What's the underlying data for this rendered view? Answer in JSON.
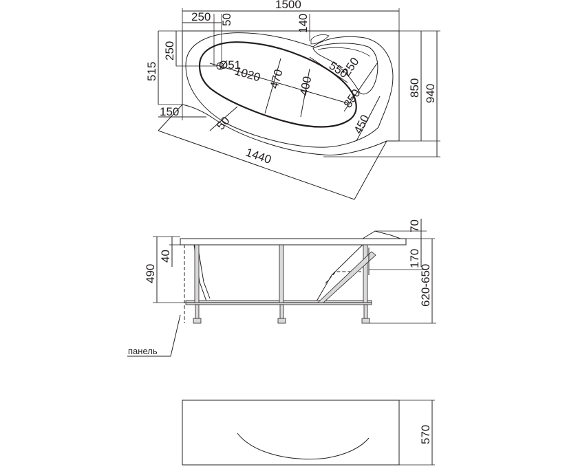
{
  "top_view": {
    "width_1500": "1500",
    "d250_top": "250",
    "d50_top": "50",
    "d140": "140",
    "d250_left": "250",
    "d515": "515",
    "d150": "150",
    "phi51": "Ø51",
    "d1020": "1020",
    "d470": "470",
    "d400": "400",
    "d550": "550",
    "d250_right": "250",
    "d850_inner": "850",
    "d450": "450",
    "d50_diag": "50",
    "d1440": "1440",
    "d850_right": "850",
    "d940": "940"
  },
  "side_view": {
    "d70": "70",
    "d170": "170",
    "d620_650": "620-650",
    "d490": "490",
    "d40": "40",
    "panel_label": "панель"
  },
  "front_view": {
    "d570": "570"
  }
}
